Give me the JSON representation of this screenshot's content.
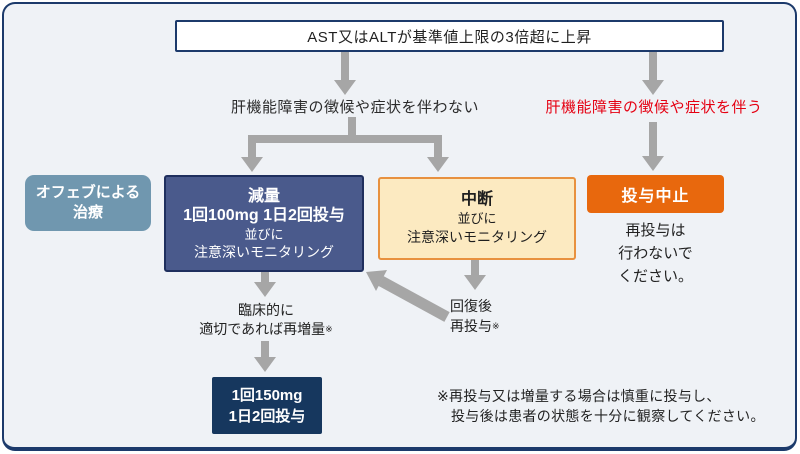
{
  "flowchart": {
    "condition_box": "AST又はALTが基準値上限の3倍超に上昇",
    "branch_no_symptoms": "肝機能障害の徴候や症状を伴わない",
    "branch_with_symptoms": "肝機能障害の徴候や症状を伴う",
    "treatment_label": {
      "line1": "オフェブによる",
      "line2": "治療"
    },
    "reduce_box": {
      "title": "減量",
      "dose": "1回100mg 1日2回投与",
      "conjunction": "並びに",
      "monitoring": "注意深いモニタリング"
    },
    "interrupt_box": {
      "title": "中断",
      "conjunction": "並びに",
      "monitoring": "注意深いモニタリング"
    },
    "discontinue_box": {
      "title": "投与中止",
      "note_line1": "再投与は",
      "note_line2": "行わないで",
      "note_line3": "ください。"
    },
    "reescalate_label": {
      "line1": "臨床的に",
      "line2": "適切であれば再増量",
      "ref_mark": "※"
    },
    "full_dose_box": {
      "line1": "1回150mg",
      "line2": "1日2回投与"
    },
    "resume_label": {
      "line1": "回復後",
      "line2": "再投与",
      "ref_mark": "※"
    },
    "footnote": {
      "line1": "※再投与又は増量する場合は慎重に投与し、",
      "line2": "投与後は患者の状態を十分に観察してください。"
    }
  },
  "colors": {
    "frame_border": "#1C3A6B",
    "frame_background": "#EFF2F6",
    "reduce_fill": "#4A5A8C",
    "reduce_border": "#1F2F5E",
    "interrupt_fill": "#FCEAC1",
    "interrupt_border": "#E8913F",
    "discontinue_fill": "#E8680D",
    "full_dose_fill": "#16375E",
    "treatment_label_fill": "#7097AF",
    "warning_text": "#E50012",
    "arrow": "#A6A6A6"
  }
}
